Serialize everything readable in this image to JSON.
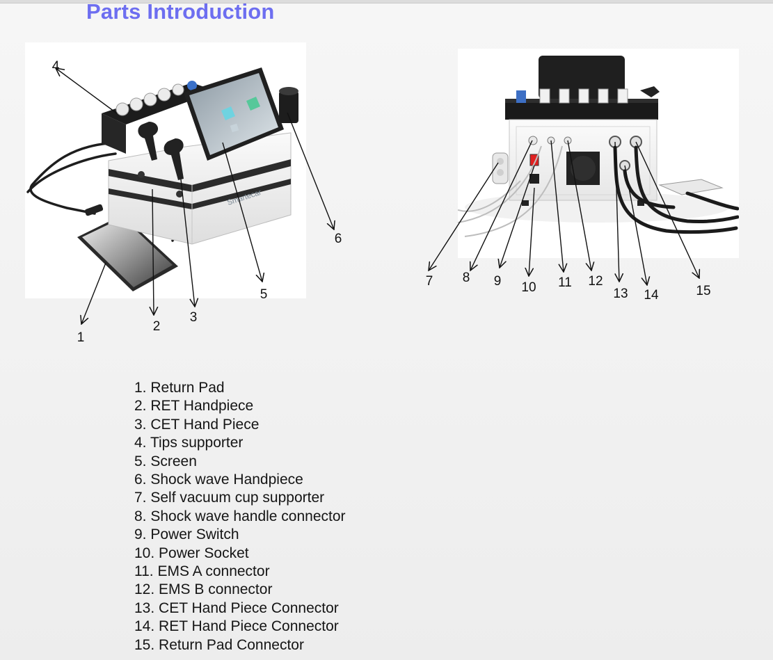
{
  "page": {
    "title": "Parts Introduction",
    "title_color": "#6d6ef0"
  },
  "front_view": {
    "device_label": "Smartecar",
    "callouts": [
      "1",
      "2",
      "3",
      "4",
      "5",
      "6"
    ]
  },
  "rear_view": {
    "callouts": [
      "7",
      "8",
      "9",
      "10",
      "11",
      "12",
      "13",
      "14",
      "15"
    ]
  },
  "parts_list": [
    "1. Return Pad",
    "2. RET Handpiece",
    "3. CET Hand Piece",
    "4. Tips supporter",
    "5. Screen",
    "6. Shock wave Handpiece",
    "7. Self vacuum cup supporter",
    "8. Shock wave handle connector",
    "9. Power Switch",
    "10. Power Socket",
    "11. EMS A connector",
    "12. EMS B connector",
    "13. CET Hand Piece Connector",
    "14. RET Hand Piece Connector",
    "15. Return Pad Connector"
  ]
}
